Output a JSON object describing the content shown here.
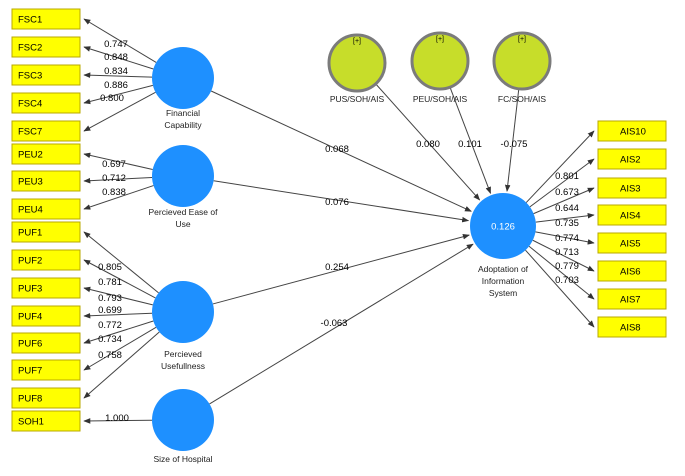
{
  "latents": {
    "fc": [
      "Financial",
      "Capability"
    ],
    "peu": [
      "Percieved Ease of",
      "Use"
    ],
    "pu": [
      "Percieved",
      "Usefullness"
    ],
    "soh": [
      "Size of Hospital"
    ],
    "ais": [
      "Adoptation of",
      "Information",
      "System"
    ],
    "ais_r2": "0.126"
  },
  "moderators": {
    "mark": "[+]",
    "pus": "PUS/SOH/AIS",
    "peu": "PEU/SOH/AIS",
    "fc": "FC/SOH/AIS"
  },
  "indicators": {
    "fc": [
      "FSC1",
      "FSC2",
      "FSC3",
      "FSC4",
      "FSC7"
    ],
    "peu": [
      "PEU2",
      "PEU3",
      "PEU4"
    ],
    "pu": [
      "PUF1",
      "PUF2",
      "PUF3",
      "PUF4",
      "PUF6",
      "PUF7",
      "PUF8"
    ],
    "soh": [
      "SOH1"
    ],
    "ais": [
      "AIS10",
      "AIS2",
      "AIS3",
      "AIS4",
      "AIS5",
      "AIS6",
      "AIS7",
      "AIS8"
    ]
  },
  "loadings": {
    "fc": [
      "0.747",
      "0.848",
      "0.834",
      "0.886",
      "0.800"
    ],
    "peu": [
      "0.697",
      "0.712",
      "0.838"
    ],
    "pu": [
      "0.805",
      "0.781",
      "0.793",
      "0.699",
      "0.772",
      "0.734",
      "0.758"
    ],
    "soh": [
      "1.000"
    ],
    "ais": [
      "0.801",
      "0.673",
      "0.644",
      "0.735",
      "0.774",
      "0.713",
      "0.779",
      "0.703"
    ]
  },
  "paths": {
    "fc_ais": "0.068",
    "peu_ais": "0.076",
    "pu_ais": "0.254",
    "soh_ais": "-0.063",
    "pus_ais": "0.080",
    "peumod_ais": "0.101",
    "fcmod_ais": "-0.075"
  },
  "colors": {
    "indicator_fill": "#ffff00",
    "latent_fill": "#1e90ff",
    "moderator_fill": "#c7dd2a"
  }
}
